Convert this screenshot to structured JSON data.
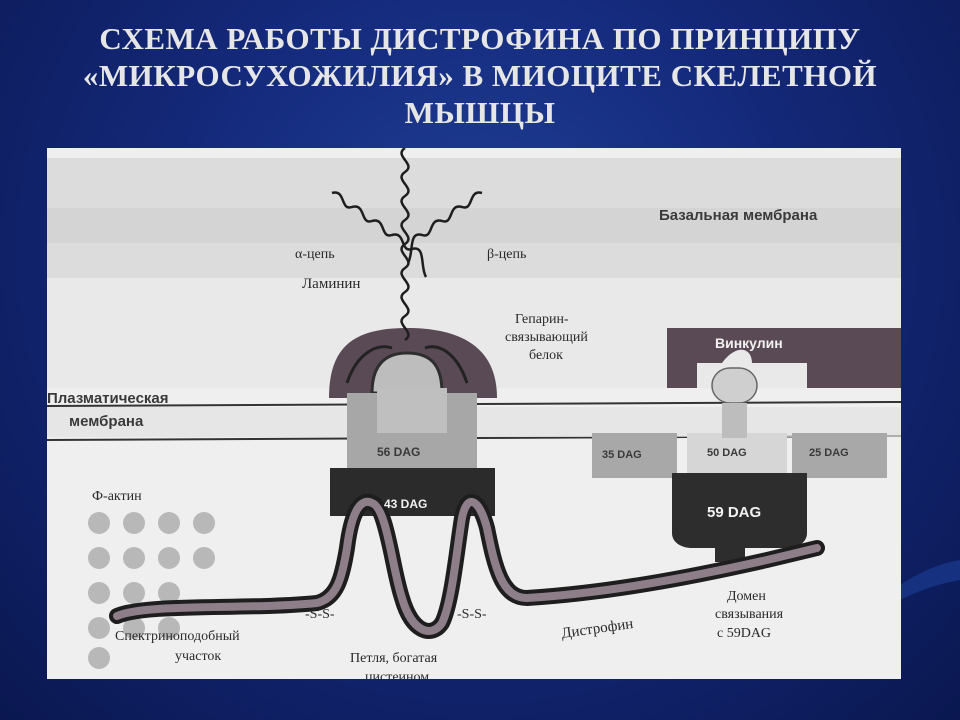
{
  "slide": {
    "title_lines": [
      "СХЕМА РАБОТЫ ДИСТРОФИНА ПО ПРИНЦИПУ",
      "«МИКРОСУХОЖИЛИЯ» В МИОЦИТЕ СКЕЛЕТНОЙ",
      "МЫШЦЫ"
    ],
    "colors": {
      "background": "#14297a",
      "title": "#e6e6e6",
      "figure_bg": "#efefef"
    }
  },
  "diagram": {
    "labels": {
      "basal_membrane": "Базальная мембрана",
      "alpha_chain": "α-цепь",
      "beta_chain": "β-цепь",
      "laminin": "Ламинин",
      "heparin_1": "Гепарин-",
      "heparin_2": "связывающий",
      "heparin_3": "белок",
      "vinculin": "Винкулин",
      "plasma_1": "Плазматическая",
      "plasma_2": "мембрана",
      "dag56": "56 DAG",
      "dag43": "43 DAG",
      "dag35": "35 DAG",
      "dag50": "50 DAG",
      "dag25": "25 DAG",
      "dag59": "59 DAG",
      "f_actin": "Ф-актин",
      "ss_left": "-S-S-",
      "ss_right": "-S-S-",
      "spectrin_1": "Спектриноподобный",
      "spectrin_2": "участок",
      "dystrophin": "Дистрофин",
      "domain_1": "Домен",
      "domain_2": "связывания",
      "domain_3": "с 59DAG",
      "loop_1": "Петля, богатая",
      "loop_2": "цистеином"
    }
  }
}
